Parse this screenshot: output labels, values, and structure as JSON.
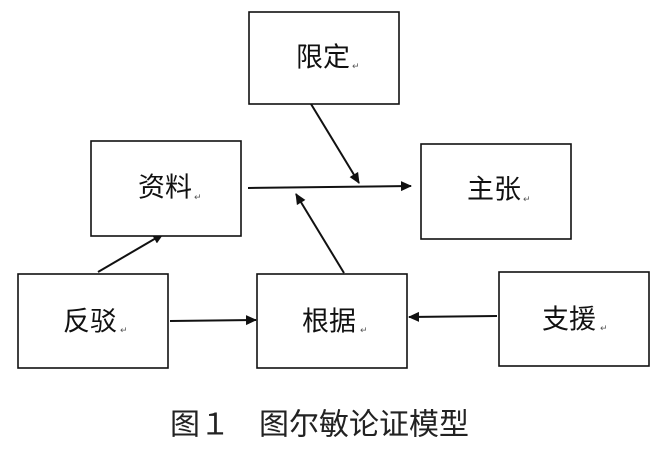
{
  "nodes": {
    "qualifier": {
      "label": "限定"
    },
    "data": {
      "label": "资料"
    },
    "claim": {
      "label": "主张"
    },
    "rebuttal": {
      "label": "反驳"
    },
    "warrant": {
      "label": "根据"
    },
    "backing": {
      "label": "支援"
    }
  },
  "paragraph_mark": "↵",
  "edges": [
    {
      "from": "qualifier",
      "to": "claim"
    },
    {
      "from": "data",
      "to": "claim"
    },
    {
      "from": "warrant",
      "to": "claim"
    },
    {
      "from": "rebuttal",
      "to": "data"
    },
    {
      "from": "rebuttal",
      "to": "warrant"
    },
    {
      "from": "backing",
      "to": "warrant"
    }
  ],
  "caption": {
    "figure_number": "图１",
    "title": "图尔敏论证模型"
  },
  "colors": {
    "stroke": "#111111",
    "text": "#111111",
    "background": "#ffffff"
  }
}
